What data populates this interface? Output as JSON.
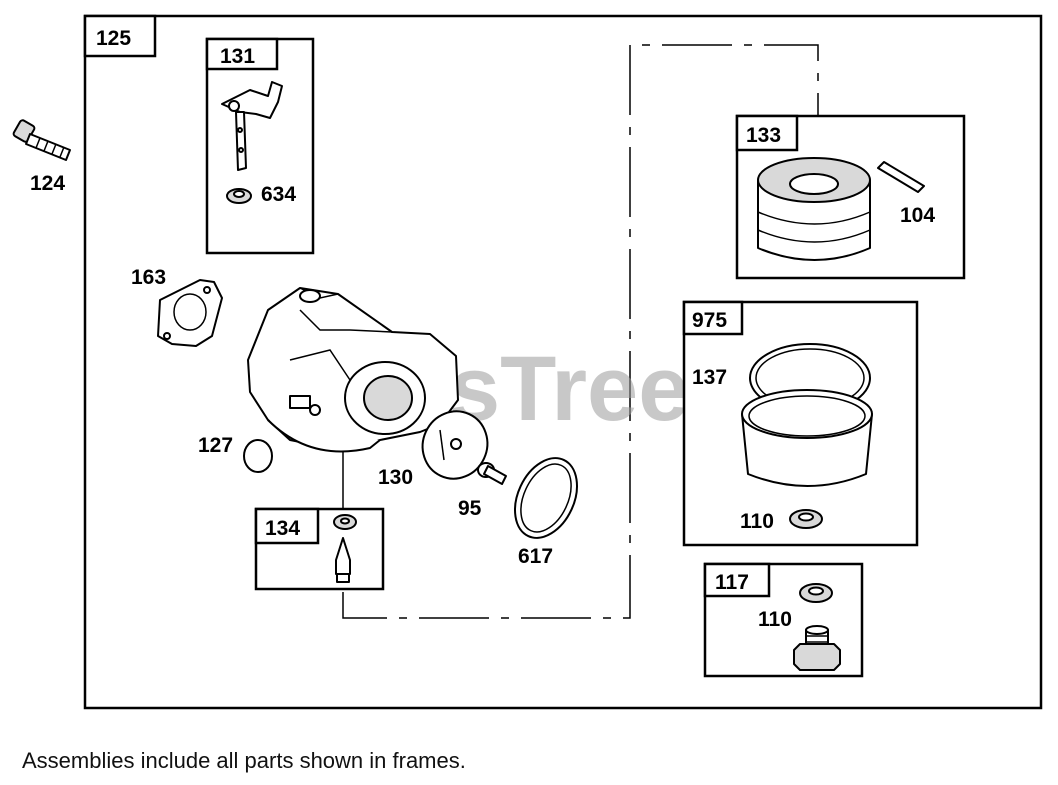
{
  "watermark": "PartsTree",
  "footnote": "Assemblies include all parts shown in frames.",
  "frames": {
    "outer": "125",
    "f131": "131",
    "f133": "133",
    "f975": "975",
    "f134": "134",
    "f117": "117"
  },
  "parts": {
    "p124": "124",
    "p634": "634",
    "p104": "104",
    "p163": "163",
    "p137": "137",
    "p127": "127",
    "p130": "130",
    "p95": "95",
    "p617": "617",
    "p110a": "110",
    "p110b": "110"
  }
}
